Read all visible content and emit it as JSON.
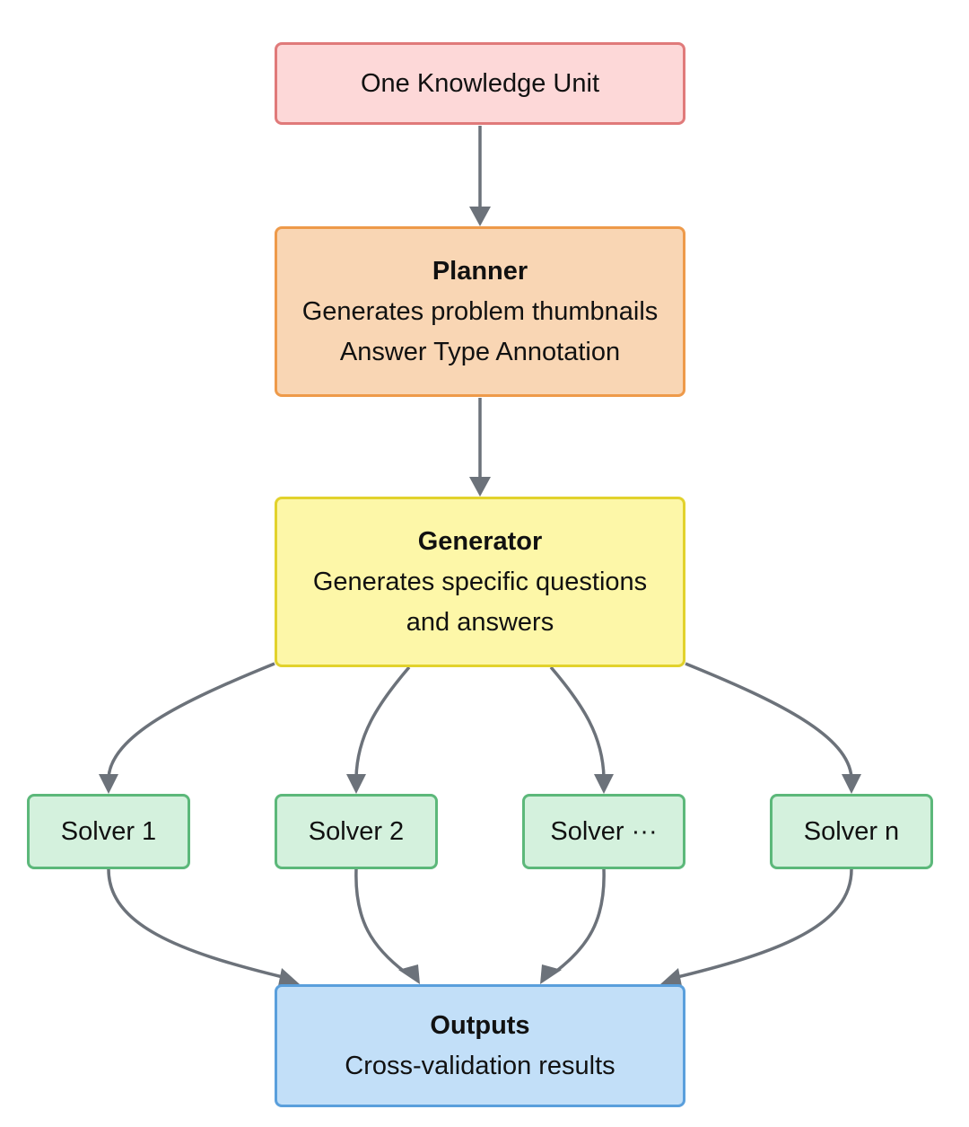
{
  "nodes": {
    "input": {
      "label": "One Knowledge Unit",
      "fill": "#fdd8d8",
      "border": "#e07a7a"
    },
    "planner": {
      "title": "Planner",
      "lines": [
        "Generates problem thumbnails",
        "Answer Type Annotation"
      ],
      "fill": "#f9d6b4",
      "border": "#ee9a4a"
    },
    "generator": {
      "title": "Generator",
      "lines": [
        "Generates specific questions",
        "and answers"
      ],
      "fill": "#fdf7a8",
      "border": "#e2d22c"
    },
    "solvers": [
      {
        "label": "Solver 1"
      },
      {
        "label": "Solver 2"
      },
      {
        "label": "Solver ···"
      },
      {
        "label": "Solver n"
      }
    ],
    "solver_style": {
      "fill": "#d4f1dd",
      "border": "#5cb87a"
    },
    "outputs": {
      "title": "Outputs",
      "lines": [
        "Cross-validation results"
      ],
      "fill": "#c2dff8",
      "border": "#5a9fdc"
    }
  },
  "edges": [
    {
      "from": "input",
      "to": "planner"
    },
    {
      "from": "planner",
      "to": "generator"
    },
    {
      "from": "generator",
      "to": "solver-1"
    },
    {
      "from": "generator",
      "to": "solver-2"
    },
    {
      "from": "generator",
      "to": "solver-3"
    },
    {
      "from": "generator",
      "to": "solver-4"
    },
    {
      "from": "solver-1",
      "to": "outputs"
    },
    {
      "from": "solver-2",
      "to": "outputs"
    },
    {
      "from": "solver-3",
      "to": "outputs"
    },
    {
      "from": "solver-4",
      "to": "outputs"
    }
  ],
  "edge_color": "#6c727a"
}
